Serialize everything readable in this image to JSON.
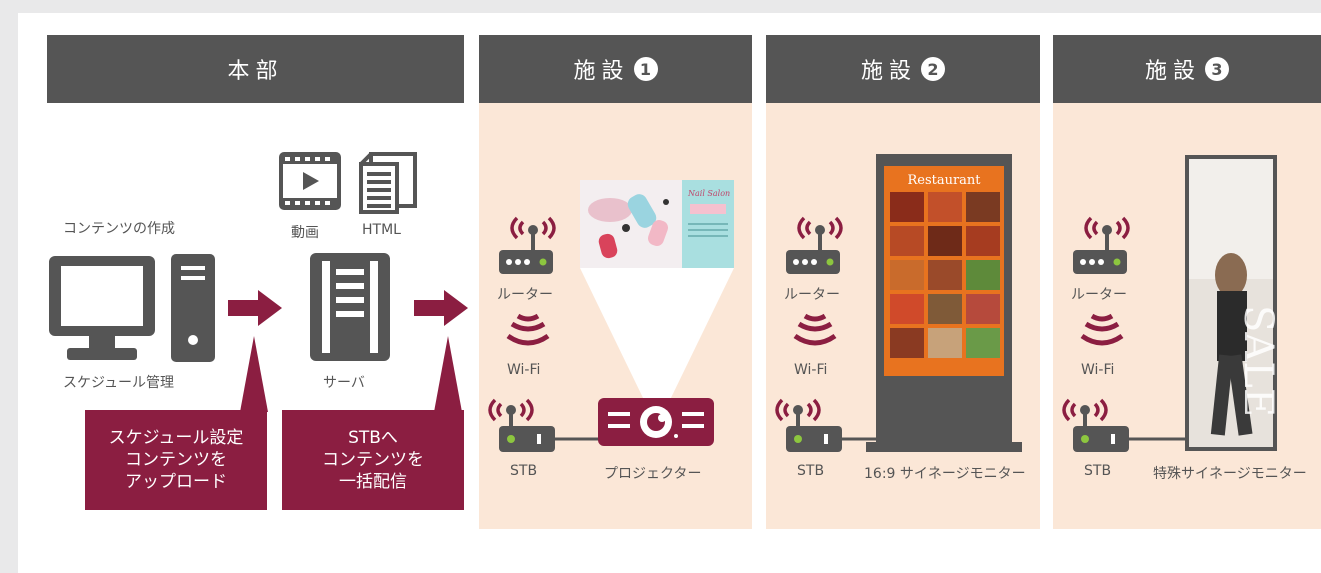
{
  "headers": {
    "honbu": "本部",
    "shisetsu1": "施設",
    "shisetsu2": "施設",
    "shisetsu3": "施設",
    "num1": "1",
    "num2": "2",
    "num3": "3"
  },
  "honbu": {
    "content_creation": "コンテンツの作成",
    "schedule_mgmt": "スケジュール管理",
    "video": "動画",
    "html": "HTML",
    "server": "サーバ",
    "box1": "スケジュール設定\nコンテンツを\nアップロード",
    "box2": "STBへ\nコンテンツを\n一括配信"
  },
  "facility1": {
    "router": "ルーター",
    "wifi": "Wi-Fi",
    "stb": "STB",
    "device": "プロジェクター",
    "thumb_title": "Nail Salon"
  },
  "facility2": {
    "router": "ルーター",
    "wifi": "Wi-Fi",
    "stb": "STB",
    "device": "16:9 サイネージモニター",
    "screen_title": "Restaurant"
  },
  "facility3": {
    "router": "ルーター",
    "wifi": "Wi-Fi",
    "stb": "STB",
    "device": "特殊サイネージモニター",
    "screen_text": "SALE"
  },
  "colors": {
    "accent": "#8b1e41",
    "header_bg": "#555555",
    "panel_bg": "#fbe7d7",
    "icon_gray": "#555555",
    "led_green": "#8dc63f"
  }
}
